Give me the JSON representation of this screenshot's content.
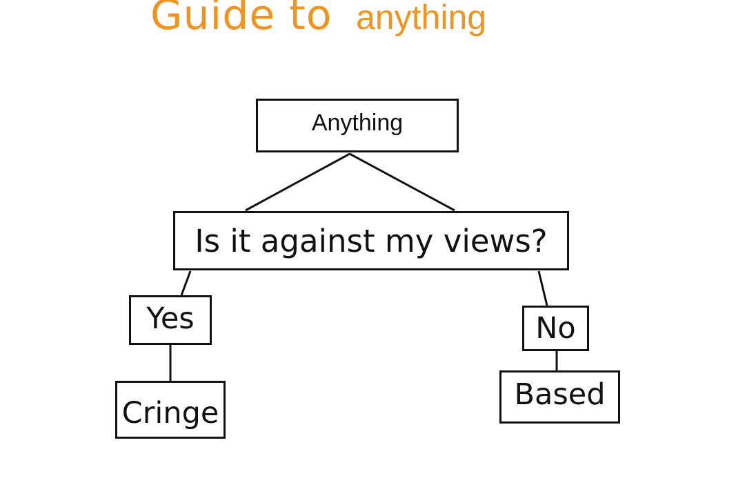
{
  "title": {
    "part1": "Guide to",
    "part2": "anything"
  },
  "nodes": {
    "root": "Anything",
    "question": "Is it against my views?",
    "yes": "Yes",
    "no": "No",
    "cringe": "Cringe",
    "based": "Based"
  },
  "colors": {
    "title": "#f0941f",
    "line": "#111111",
    "background": "#ffffff"
  }
}
